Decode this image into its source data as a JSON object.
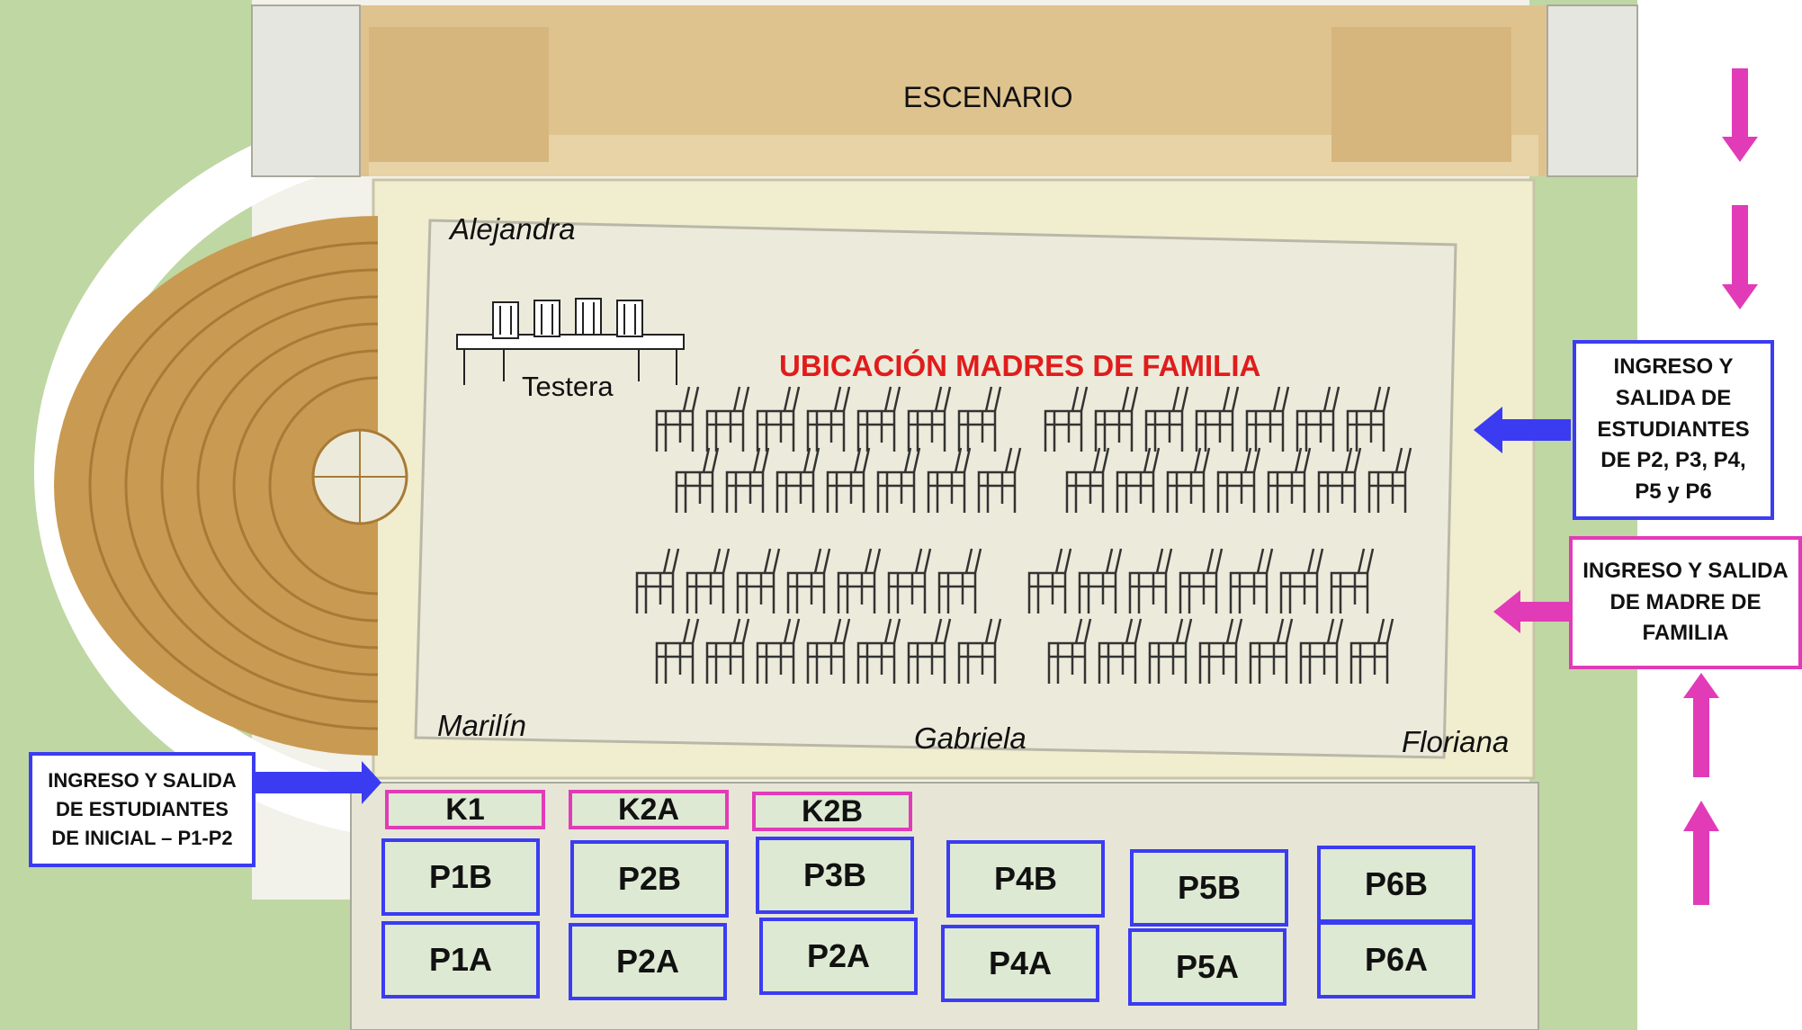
{
  "map": {
    "stage_label": "ESCENARIO",
    "area_title": "UBICACIÓN MADRES DE FAMILIA",
    "head_table_label": "Testera",
    "names": {
      "top_left": "Alejandra",
      "bottom_left": "Marilín",
      "bottom_center": "Gabriela",
      "bottom_right": "Floriana"
    },
    "entrances": {
      "students_p2_p6": "INGRESO Y SALIDA DE ESTUDIANTES DE P2, P3, P4, P5 y P6",
      "mothers": "INGRESO Y SALIDA DE MADRE DE FAMILIA",
      "initial_p1_p2": "INGRESO Y SALIDA DE ESTUDIANTES DE INICIAL – P1-P2"
    },
    "kinder_rooms": [
      "K1",
      "K2A",
      "K2B"
    ],
    "rooms_top": [
      "P1B",
      "P2B",
      "P3B",
      "P4B",
      "P5B",
      "P6B"
    ],
    "rooms_bottom": [
      "P1A",
      "P2A",
      "P2A",
      "P4A",
      "P5A",
      "P6A"
    ],
    "colors": {
      "blue_marker": "#3b3cf2",
      "pink_marker": "#e23bb8",
      "title_red": "#e01c1c",
      "stage": "#dfc38f",
      "grass": "#bfd7a3",
      "floor": "#ecebdb"
    }
  }
}
